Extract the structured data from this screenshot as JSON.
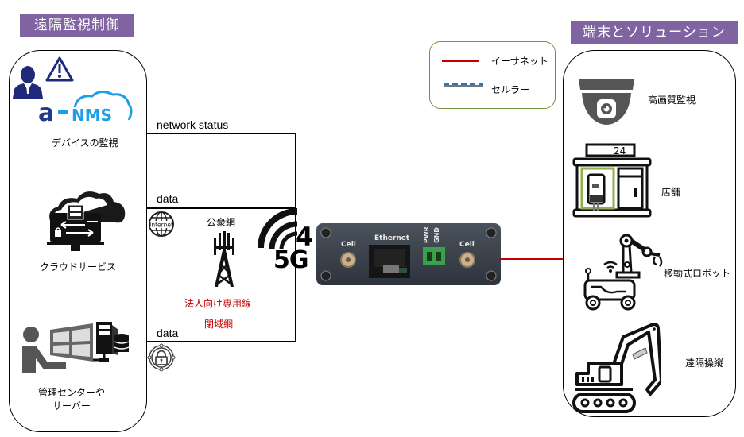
{
  "left_panel": {
    "title": "遠隔監視制御",
    "nms_logo": "a-NMS",
    "items": [
      {
        "label": "デバイスの監視",
        "icon": "nms-monitor-icon"
      },
      {
        "label": "クラウドサービス",
        "icon": "cloud-service-icon"
      },
      {
        "label_line1": "管理センターや",
        "label_line2": "サーバー",
        "icon": "management-center-icon"
      }
    ]
  },
  "network": {
    "status_label": "network status",
    "data_label_top": "data",
    "data_label_bottom": "data",
    "public_net": "公衆網",
    "corporate_line": "法人向け専用線",
    "closed_net": "閉域網",
    "badge_4g": "4",
    "badge_5g": "5G"
  },
  "router": {
    "ports": [
      "Cell",
      "Ethernet",
      "PWR",
      "GND",
      "Cell"
    ]
  },
  "legend": {
    "items": [
      {
        "label": "イーサネット",
        "color": "#c00000",
        "style": "solid"
      },
      {
        "label": "セルラー",
        "color": "#2e75b6",
        "style": "dashed"
      }
    ]
  },
  "right_panel": {
    "title": "端末とソリューション",
    "items": [
      {
        "label": "高画質監視",
        "icon": "security-camera-icon"
      },
      {
        "label": "店舗",
        "icon": "store-icon",
        "sign": "24"
      },
      {
        "label": "移動式ロボット",
        "icon": "mobile-robot-icon"
      },
      {
        "label": "遠隔操縦",
        "icon": "excavator-icon"
      }
    ]
  },
  "colors": {
    "title_bg": "#8064a2",
    "ethernet": "#c00000",
    "cellular": "#2e75b6",
    "nms_blue": "#1aa0e6",
    "person_navy": "#1f2a7a",
    "closed_text": "#c00000",
    "legend_border": "#76923c"
  }
}
